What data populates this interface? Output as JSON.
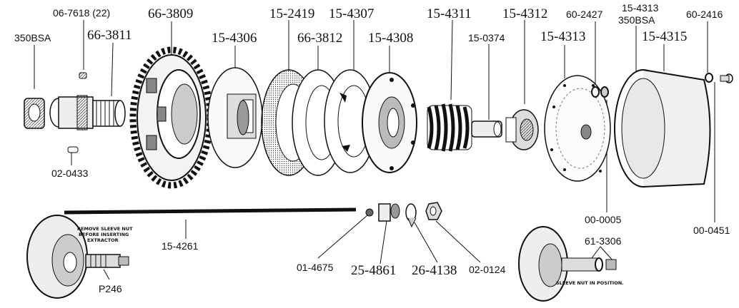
{
  "labels": {
    "p350bsa_left": "350BSA",
    "p06_7618": "06-7618 (22)",
    "p66_3811": "66-3811",
    "p66_3809": "66-3809",
    "p15_4306": "15-4306",
    "p15_2419": "15-2419",
    "p66_3812": "66-3812",
    "p15_4307": "15-4307",
    "p15_4308": "15-4308",
    "p15_4311": "15-4311",
    "p15_0374": "15-0374",
    "p15_4312": "15-4312",
    "p15_4313": "15-4313",
    "p60_2427": "60-2427",
    "p15_4313_top": "15-4313",
    "p350bsa_right": "350BSA",
    "p15_4315": "15-4315",
    "p60_2416": "60-2416",
    "p02_0433": "02-0433",
    "p15_4261": "15-4261",
    "p01_4675": "01-4675",
    "p25_4861": "25-4861",
    "p26_4138": "26-4138",
    "p02_0124": "02-0124",
    "p00_0005": "00-0005",
    "p00_0451": "00-0451",
    "p61_3306": "61-3306",
    "pP246": "P246"
  },
  "insets": {
    "left_note_line1": "REMOVE SLEEVE NUT",
    "left_note_line2": "BEFORE INSERTING",
    "left_note_line3": "EXTRACTOR",
    "right_note": "SLEEVE NUT IN POSITION."
  }
}
